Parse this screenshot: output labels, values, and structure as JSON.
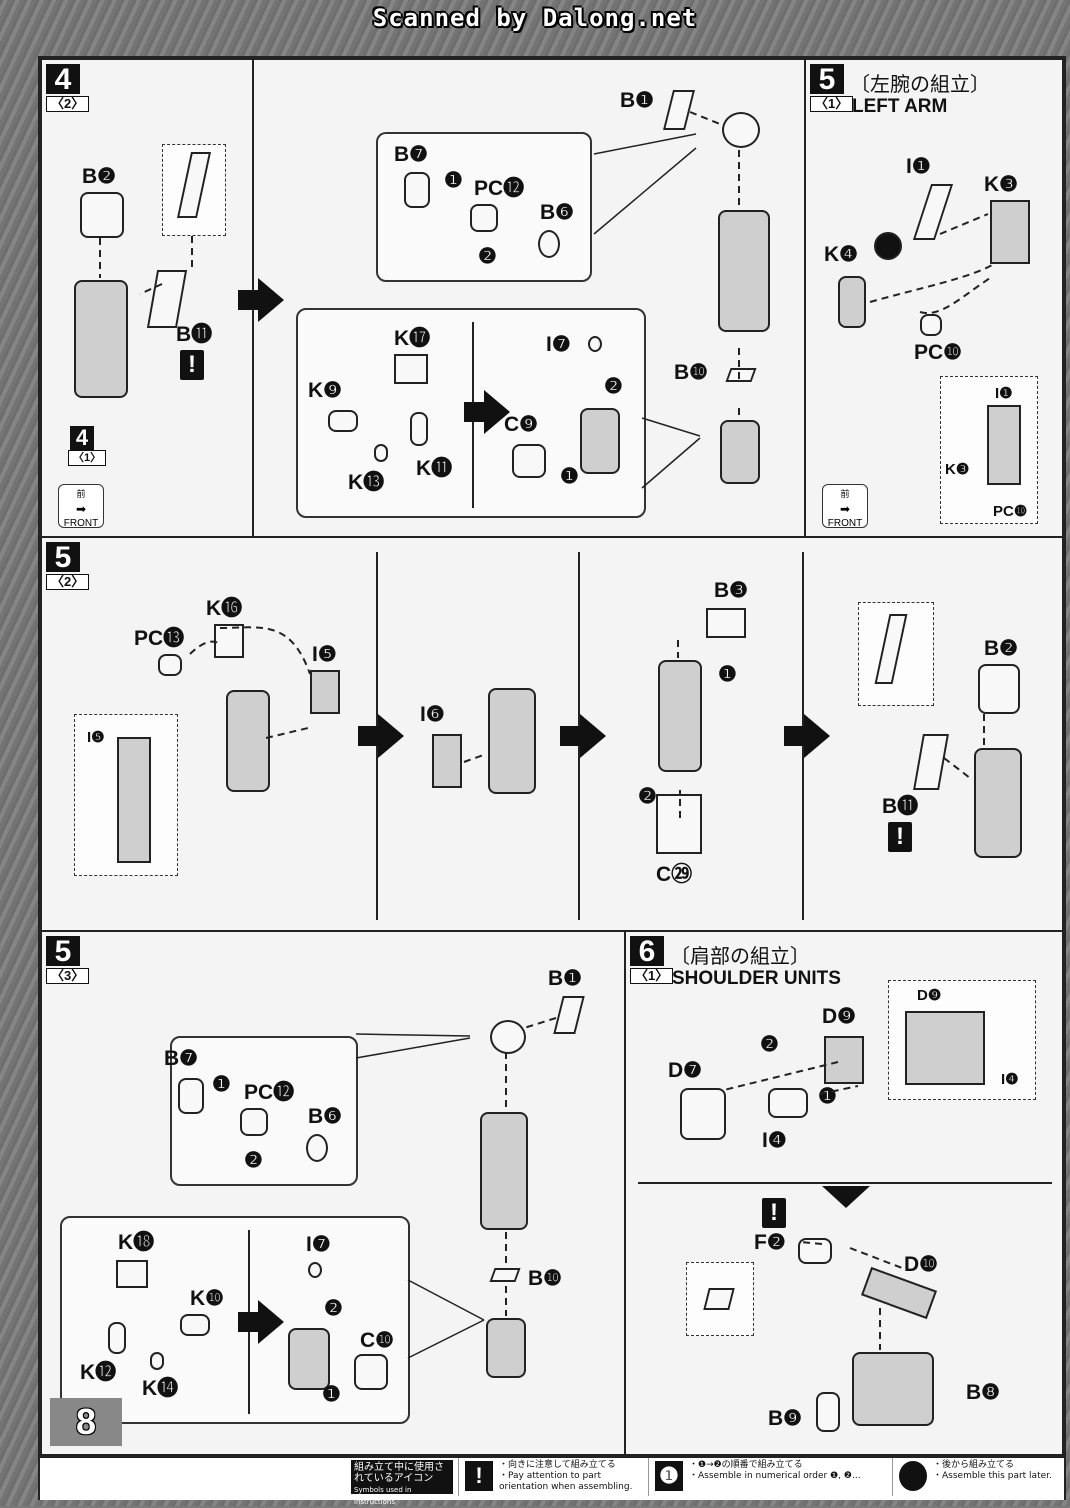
{
  "watermark": "Scanned by Dalong.net",
  "page_number": "8",
  "steps": [
    {
      "id": "4-2",
      "number": "4",
      "sub": "〈2〉",
      "labels": [
        "B❷",
        "B⓫",
        "B❶",
        "B❼",
        "PC⓬",
        "B❻",
        "K⓱",
        "K❾",
        "K⓭",
        "K⓫",
        "I❼",
        "C❾",
        "B❿"
      ],
      "sub_ref_number": "4",
      "sub_ref": "〈1〉"
    },
    {
      "id": "5-1",
      "number": "5",
      "sub": "〈1〉",
      "title_jp": "〔左腕の組立〕",
      "title_en": "LEFT ARM",
      "labels": [
        "I❶",
        "K❸",
        "K❹",
        "PC❿",
        "I❶",
        "K❸",
        "PC❿"
      ]
    },
    {
      "id": "5-2",
      "number": "5",
      "sub": "〈2〉",
      "labels": [
        "K⓰",
        "PC⓭",
        "I❺",
        "I❺",
        "I❻",
        "B❸",
        "C㉙",
        "B❷",
        "B⓫"
      ]
    },
    {
      "id": "5-3",
      "number": "5",
      "sub": "〈3〉",
      "labels": [
        "B❶",
        "B❼",
        "PC⓬",
        "B❻",
        "K⓲",
        "K❿",
        "K⓬",
        "K⓮",
        "I❼",
        "C❿",
        "B❿"
      ]
    },
    {
      "id": "6-1",
      "number": "6",
      "sub": "〈1〉",
      "title_jp": "〔肩部の組立〕",
      "title_en": "SHOULDER UNITS",
      "labels": [
        "D❾",
        "D❾",
        "I❹",
        "D❼",
        "I❹",
        "F❷",
        "D❿",
        "B❽",
        "B❾"
      ]
    }
  ],
  "front_badge": {
    "jp": "前",
    "en": "FRONT"
  },
  "order_marks": [
    "❶",
    "❷"
  ],
  "legend": {
    "title_jp": "組み立て中に使用されているアイコン",
    "title_en": "Symbols used in instructions",
    "items": [
      {
        "icon": "!",
        "jp": "・向きに注意して組み立てる",
        "en": "・Pay attention to part orientation when assembling."
      },
      {
        "icon": "❶",
        "jp": "・❶→❷の順番で組み立てる",
        "en": "・Assemble in numerical order ❶, ❷..."
      },
      {
        "icon": "●",
        "jp": "・後から組み立てる",
        "en": "・Assemble this part later."
      }
    ]
  }
}
